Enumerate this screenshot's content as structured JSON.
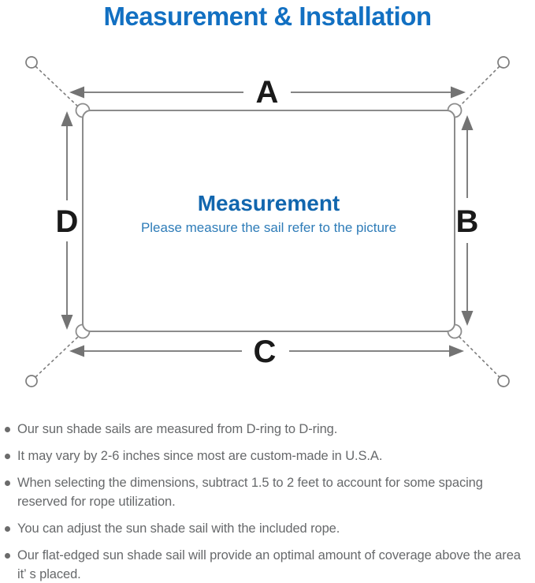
{
  "page": {
    "title": "Measurement & Installation"
  },
  "diagram": {
    "labels": {
      "top": "A",
      "right": "B",
      "bottom": "C",
      "left": "D"
    },
    "center_title": "Measurement",
    "center_subtitle": "Please measure the sail refer to the picture",
    "colors": {
      "title_blue": "#1270c2",
      "center_title_blue": "#1166ae",
      "center_subtitle_blue": "#2e7cb8",
      "line_gray": "#7c7c7c",
      "arrow_gray": "#737373",
      "dimension_label_black": "#1a1a1a",
      "note_text_gray": "#67696b"
    }
  },
  "notes": [
    {
      "text": "Our sun shade sails are measured from D-ring to D-ring."
    },
    {
      "text": "It may vary by 2-6 inches since most are custom-made in U.S.A."
    },
    {
      "text": "When selecting the dimensions, subtract 1.5 to 2 feet to account for some spacing reserved for rope utilization."
    },
    {
      "text": "You can adjust the sun shade sail with the included rope."
    },
    {
      "text": "Our flat-edged sun shade sail will provide an optimal amount of coverage above the area it’ s placed."
    }
  ]
}
